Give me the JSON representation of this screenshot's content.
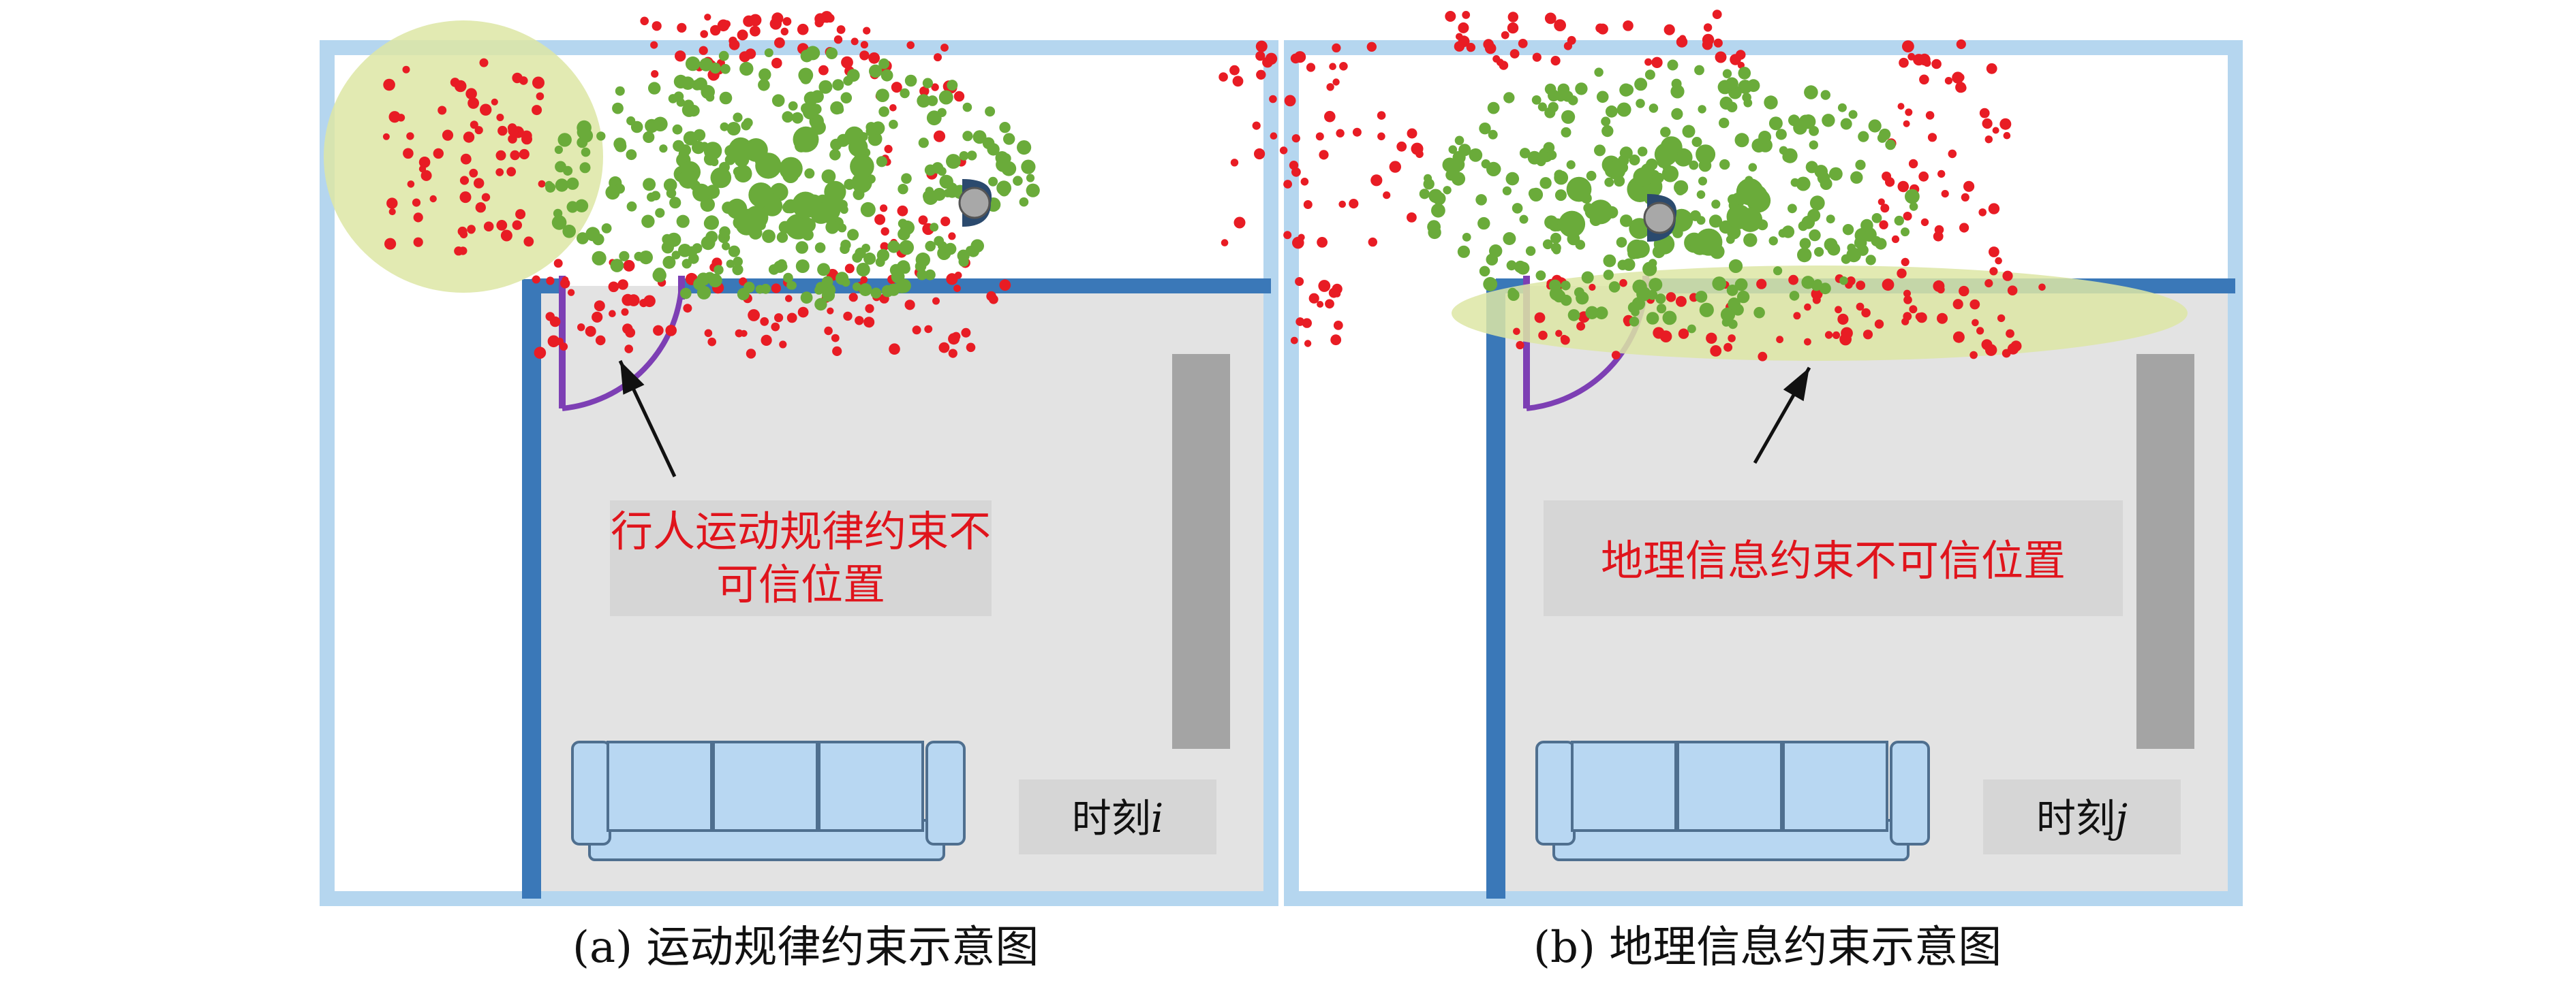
{
  "panels": [
    {
      "id": "a",
      "caption": "(a) 运动规律约束示意图",
      "annotation_lines": [
        "行人运动规律约束不",
        "可信位置"
      ],
      "time_label": "时刻",
      "time_var": "i"
    },
    {
      "id": "b",
      "caption": "(b) 地理信息约束示意图",
      "annotation_lines": [
        "地理信息约束不可信位置"
      ],
      "time_label": "时刻",
      "time_var": "j"
    }
  ],
  "colors": {
    "outer_wall": "#b5d6ef",
    "inner_wall": "#3a78b8",
    "floor": "#e3e3e3",
    "door": "#7d3fb4",
    "highlight": "#dde6a4",
    "particle_valid": "#6aab3a",
    "particle_invalid": "#e81c24",
    "label_box": "#d6d6d6",
    "sofa": "#b8d7f2",
    "wardrobe": "#a4a4a4",
    "label_text": "#e0141c"
  },
  "icons": [
    "pedestrian-icon",
    "arrow-icon",
    "sofa-icon",
    "wardrobe-icon",
    "door-icon"
  ]
}
